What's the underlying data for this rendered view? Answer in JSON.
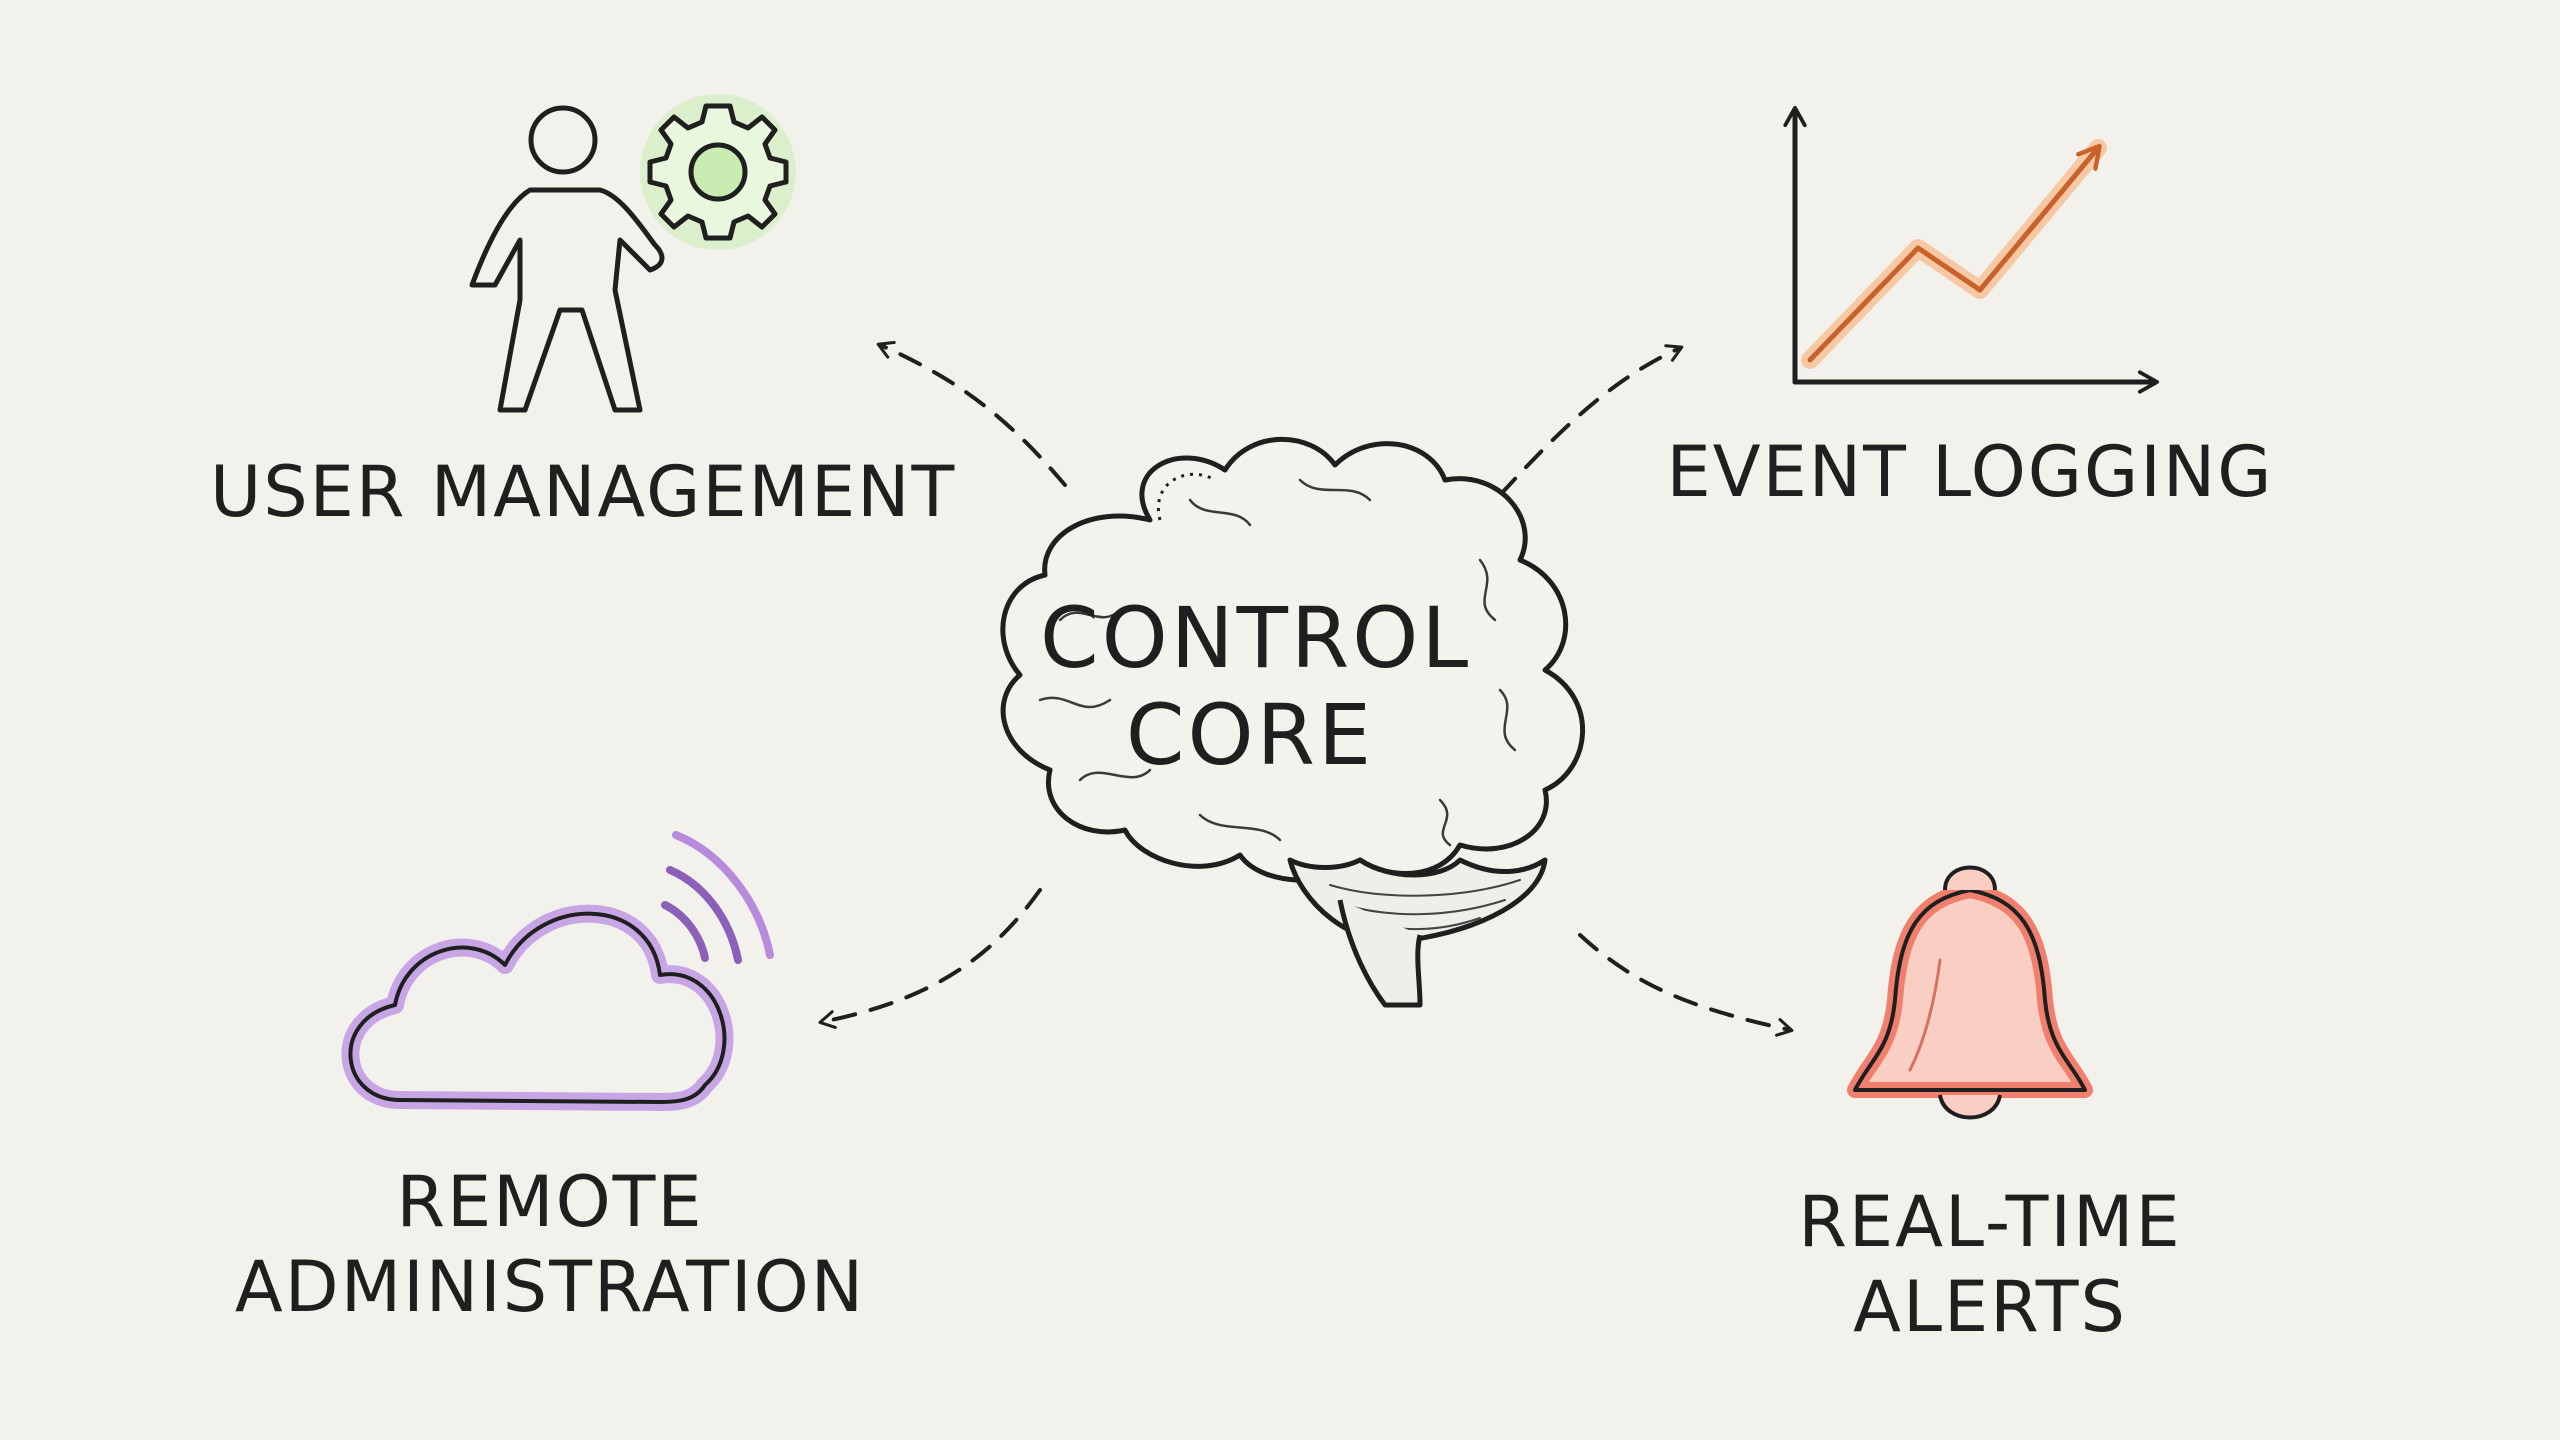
{
  "core": {
    "line1": "CONTROL",
    "line2": "CORE"
  },
  "nodes": {
    "user_management": {
      "label": "USER MANAGEMENT",
      "icon": "user-gear-icon",
      "accent": "#8fd66a"
    },
    "event_logging": {
      "label": "EVENT LOGGING",
      "icon": "line-chart-icon",
      "accent": "#f0a060"
    },
    "remote_administration": {
      "line1": "REMOTE",
      "line2": "ADMINISTRATION",
      "icon": "cloud-signal-icon",
      "accent": "#b07ad6"
    },
    "real_time_alerts": {
      "line1": "REAL-TIME",
      "line2": "ALERTS",
      "icon": "bell-icon",
      "accent": "#f07f6e"
    }
  },
  "colors": {
    "ink": "#1f1f1f",
    "paper": "#f3f1ec"
  }
}
